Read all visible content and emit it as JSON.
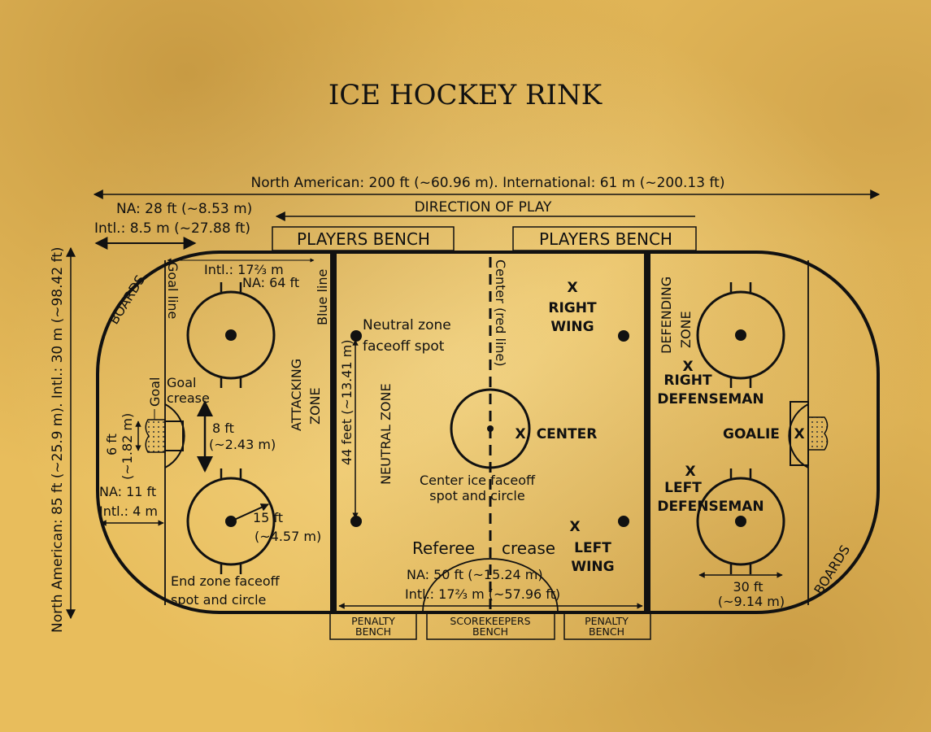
{
  "title": "ICE HOCKEY RINK",
  "length_label": "North American: 200 ft (~60.96 m). International: 61 m (~200.13 ft)",
  "width_label": "North American: 85 ft (~25.9 m). Intl.: 30 m (~98.42 ft)",
  "corner_na": "NA: 28 ft (~8.53 m)",
  "corner_intl": "Intl.: 8.5 m (~27.88 ft)",
  "direction_of_play": "DIRECTION OF PLAY",
  "players_bench": "PLAYERS BENCH",
  "penalty_bench": "PENALTY",
  "penalty_bench_2": "BENCH",
  "scorekeepers_bench": "SCOREKEEPERS",
  "scorekeepers_bench_2": "BENCH",
  "boards": "BOARDS",
  "goal_line": "Goal line",
  "blue_line": "Blue line",
  "zone_intl": "Intl.: 17⅔ m",
  "zone_na": "NA: 64 ft",
  "goal": "Goal",
  "goal_crease_1": "Goal",
  "goal_crease_2": "crease",
  "goal_width_1": "6 ft",
  "goal_width_2": "(~1.82 m)",
  "crease_1": "8 ft",
  "crease_2": "(~2.43 m)",
  "goal_dist_na": "NA: 11 ft",
  "goal_dist_intl": "Intl.: 4 m",
  "radius_1": "15 ft",
  "radius_2": "(~4.57 m)",
  "end_zone_1": "End zone faceoff",
  "end_zone_2": "spot and circle",
  "attacking_zone_1": "ATTACKING",
  "attacking_zone_2": "ZONE",
  "neutral_zone": "NEUTRAL ZONE",
  "neutral_spot_1": "Neutral zone",
  "neutral_spot_2": "faceoff spot",
  "spot_dist": "44 feet (~13.41 m)",
  "center_line": "Center (red line)",
  "center_circle_1": "Center ice faceoff",
  "center_circle_2": "spot and circle",
  "referee_crease_1": "Referee",
  "referee_crease_2": "crease",
  "ref_na": "NA: 50 ft (~15.24 m)",
  "ref_intl": "Intl.: 17⅔ m (~57.96 ft)",
  "right_wing_1": "RIGHT",
  "right_wing_2": "WING",
  "left_wing_1": "LEFT",
  "left_wing_2": "WING",
  "center_player": "CENTER",
  "right_def_1": "RIGHT",
  "right_def_2": "DEFENSEMAN",
  "left_def_1": "LEFT",
  "left_def_2": "DEFENSEMAN",
  "goalie": "GOALIE",
  "player_mark": "X",
  "defending_zone_1": "DEFENDING",
  "defending_zone_2": "ZONE",
  "circle_diam_1": "30 ft",
  "circle_diam_2": "(~9.14 m)"
}
